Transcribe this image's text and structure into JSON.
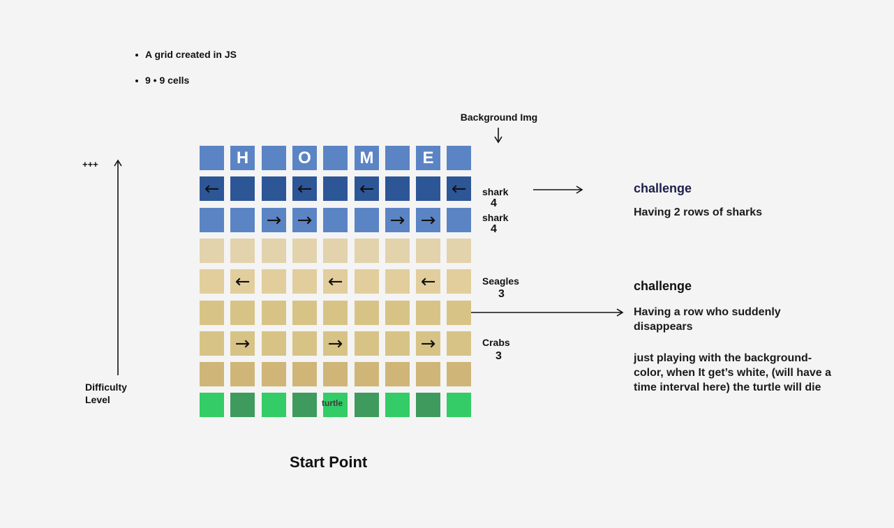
{
  "bullets": [
    "A grid created in JS",
    "9 • 9 cells"
  ],
  "background_label": "Background Img",
  "grid": {
    "colors": {
      "home": "#5b84c4",
      "shark_dark": "#2d5697",
      "shark_light": "#5b84c4",
      "sand_light": "#e2d3ad",
      "sand_mid": "#e2ce9c",
      "sand_deep": "#d8c386",
      "sand_dark": "#cfb678",
      "green_light": "#33cc66",
      "green_dark": "#3f9a5e"
    },
    "rows": [
      {
        "name": "home",
        "cells": [
          "",
          "H",
          "",
          "O",
          "",
          "M",
          "",
          "E",
          ""
        ]
      },
      {
        "name": "shark-1",
        "cells": [
          "←",
          "",
          "",
          "←",
          "",
          "←",
          "",
          "",
          "←"
        ]
      },
      {
        "name": "shark-2",
        "cells": [
          "",
          "",
          "→",
          "→",
          "",
          "",
          "→",
          "→",
          ""
        ]
      },
      {
        "name": "sand-1",
        "cells": [
          "",
          "",
          "",
          "",
          "",
          "",
          "",
          "",
          ""
        ]
      },
      {
        "name": "seagles",
        "cells": [
          "",
          "←",
          "",
          "",
          "←",
          "",
          "",
          "←",
          ""
        ]
      },
      {
        "name": "disappear",
        "cells": [
          "",
          "",
          "",
          "",
          "",
          "",
          "",
          "",
          ""
        ]
      },
      {
        "name": "crabs",
        "cells": [
          "",
          "→",
          "",
          "",
          "→",
          "",
          "",
          "→",
          ""
        ]
      },
      {
        "name": "sand-2",
        "cells": [
          "",
          "",
          "",
          "",
          "",
          "",
          "",
          "",
          ""
        ]
      },
      {
        "name": "start",
        "cells": [
          "",
          "",
          "",
          "",
          "",
          "",
          "",
          "",
          ""
        ]
      }
    ],
    "turtle_label": "turtle"
  },
  "row_labels": [
    {
      "name": "shark",
      "count": "4"
    },
    {
      "name": "shark",
      "count": "4"
    },
    {
      "name": "Seagles",
      "count": "3"
    },
    {
      "name": "Crabs",
      "count": "3"
    }
  ],
  "challenge1": {
    "title": "challenge",
    "text": "Having 2 rows of sharks",
    "title_color": "#1b1f4a"
  },
  "challenge2": {
    "title": "challenge",
    "text1": "Having a row who suddenly disappears",
    "text2": "just playing with the background-color, when It get’s white, (will have a time interval here) the turtle will die"
  },
  "difficulty": {
    "plus": "+++",
    "label_line1": "Difficulty",
    "label_line2": "Level"
  },
  "start_point": "Start Point"
}
